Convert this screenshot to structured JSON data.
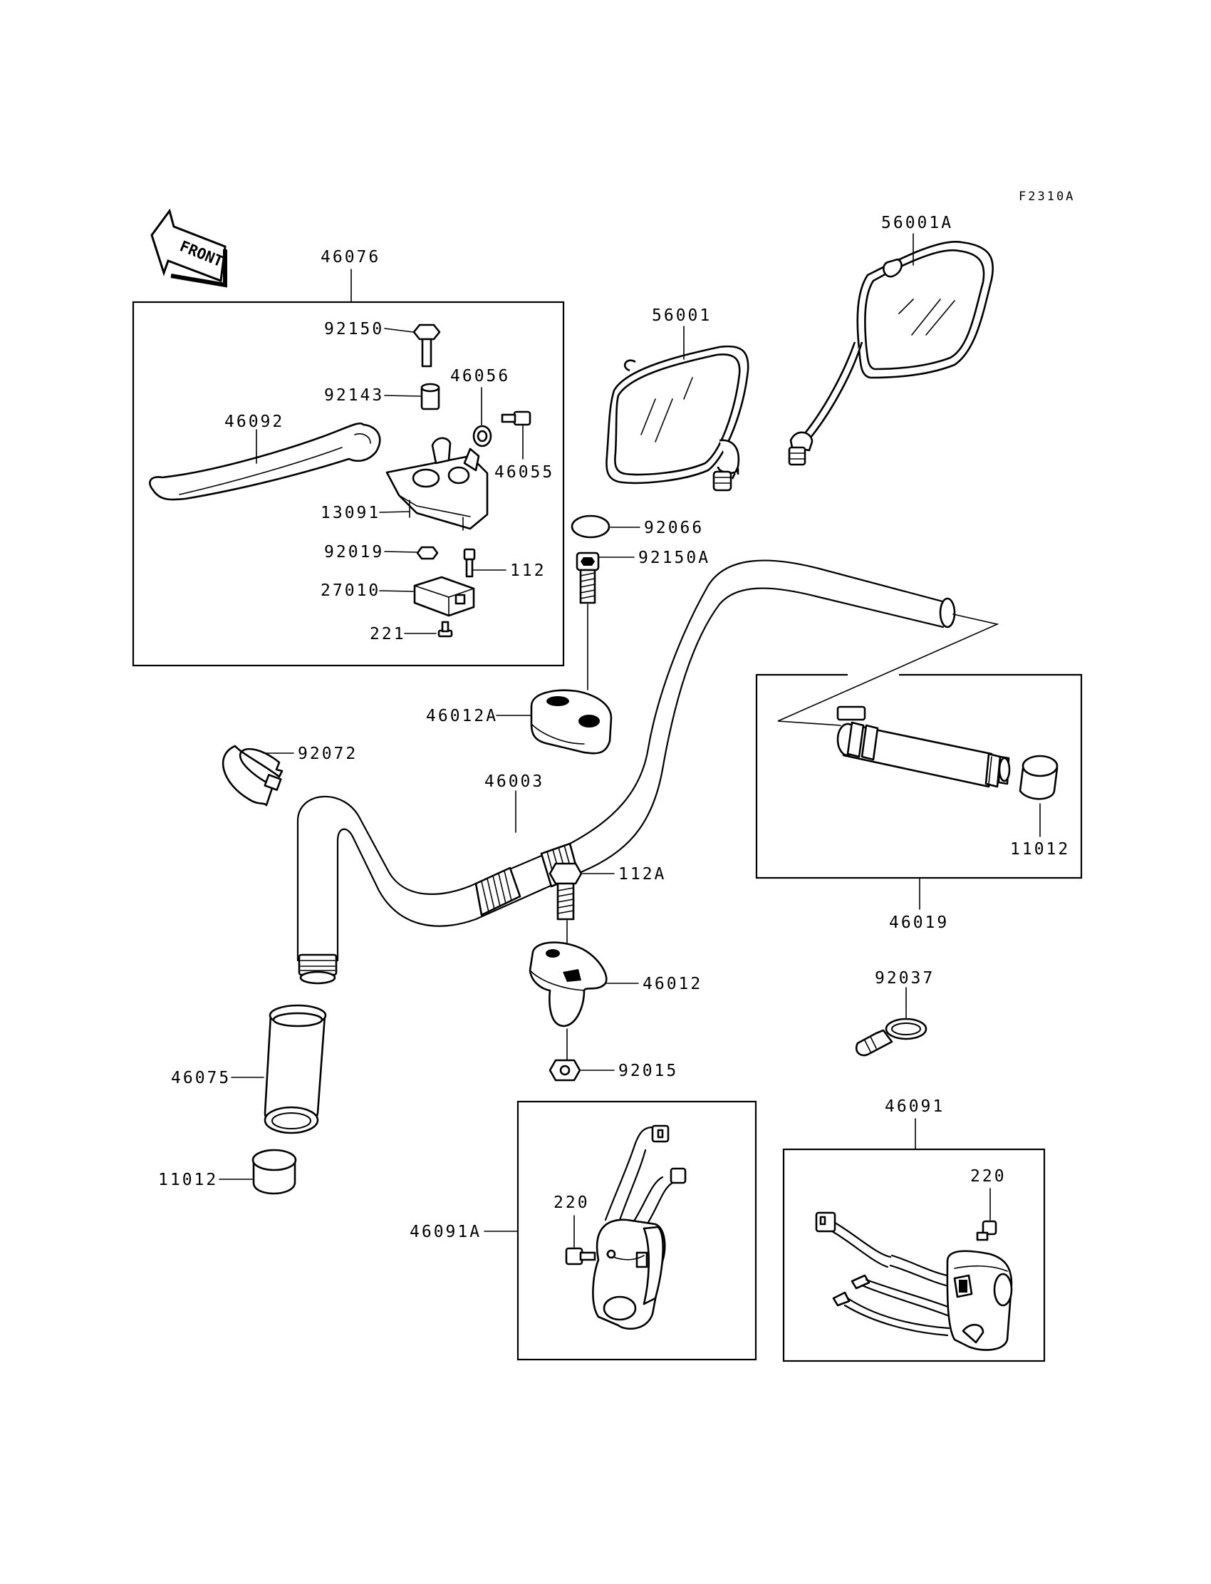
{
  "figure_code": "F2310A",
  "front_marker": "FRONT",
  "labels": {
    "p46076": "46076",
    "p92150": "92150",
    "p92143": "92143",
    "p46056": "46056",
    "p46092": "46092",
    "p46055": "46055",
    "p13091": "13091",
    "p92019": "92019",
    "p112": "112",
    "p27010": "27010",
    "p221": "221",
    "p56001": "56001",
    "p56001A": "56001A",
    "p92066": "92066",
    "p92150A": "92150A",
    "p46012A": "46012A",
    "p92072": "92072",
    "p46003": "46003",
    "p112A": "112A",
    "p46012": "46012",
    "p92015": "92015",
    "p46075": "46075",
    "p11012_left": "11012",
    "p11012_right": "11012",
    "p46019": "46019",
    "p92037": "92037",
    "p46091": "46091",
    "p220_right": "220",
    "p46091A": "46091A",
    "p220_left": "220"
  }
}
